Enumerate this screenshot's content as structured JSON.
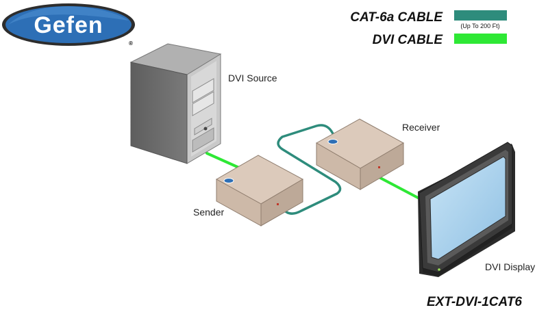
{
  "logo": {
    "text": "Gefen",
    "registered": "®"
  },
  "legend": {
    "items": [
      {
        "label": "CAT-6a CABLE",
        "color": "#2e8c7c"
      },
      {
        "label": "DVI CABLE",
        "color": "#2ee835"
      }
    ],
    "cat_note": "(Up To 200 Ft)"
  },
  "labels": {
    "source": "DVI Source",
    "receiver": "Receiver",
    "sender": "Sender",
    "display": "DVI Display"
  },
  "model": "EXT-DVI-1CAT6",
  "colors": {
    "cat_cable": "#2e8c7c",
    "dvi_cable": "#2ee835",
    "box_top": "#dccabb",
    "box_side": "#bda998",
    "logo_oval": "#2d6fb6"
  }
}
